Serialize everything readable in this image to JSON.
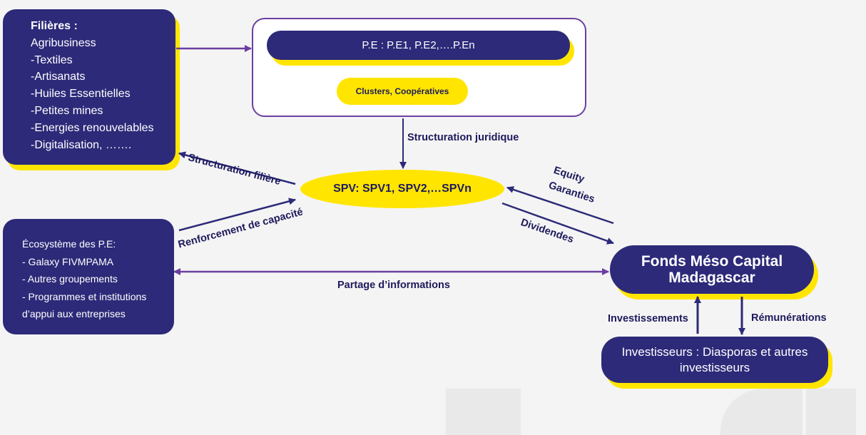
{
  "filieres": {
    "title": "Filières :",
    "items": [
      "Agribusiness",
      "-Textiles",
      "-Artisanats",
      "-Huiles Essentielles",
      "-Petites mines",
      "-Energies renouvelables",
      "-Digitalisation, ……."
    ]
  },
  "pe": {
    "bar_label": "P.E : P.E1, P.E2,….P.En",
    "clusters_label": "Clusters, Coopératives"
  },
  "spv": {
    "label": "SPV: SPV1, SPV2,…SPVn"
  },
  "ecosysteme": {
    "lines": [
      "Écosystème des P.E:",
      "- Galaxy FIVMPAMA",
      "- Autres groupements",
      "- Programmes et institutions",
      "d’appui aux entreprises"
    ]
  },
  "fonds": {
    "line1": "Fonds Méso Capital",
    "line2": "Madagascar"
  },
  "investisseurs": {
    "line1": "Investisseurs : Diasporas et autres",
    "line2": "investisseurs"
  },
  "edges": {
    "structuration_juridique": "Structuration juridique",
    "structuration_filiere": "Structuration  filière",
    "renforcement": "Renforcement de capacité",
    "equity": "Equity",
    "garanties": "Garanties",
    "dividendes": "Dividendes",
    "partage": "Partage d’informations",
    "investissements": "Investissements",
    "remunerations": "Rémunérations"
  },
  "colors": {
    "navy": "#2d2a79",
    "yellow": "#ffe500",
    "purple": "#6b3fa0"
  }
}
